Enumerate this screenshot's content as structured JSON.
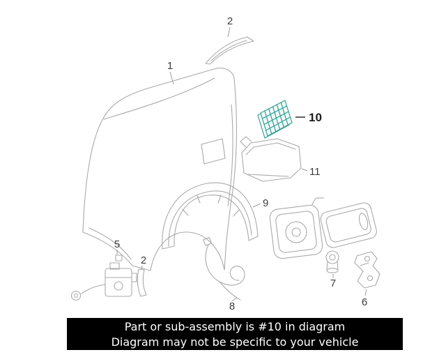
{
  "diagram": {
    "colors": {
      "highlight": "#2f9e96",
      "highlight_fill": "#f2fbf9",
      "drawing_line": "#a9a9a9",
      "label_text": "#3c3c3c",
      "footer_bg": "#000000",
      "footer_text": "#ffffff"
    },
    "callouts": [
      {
        "id": "callout-2-top",
        "label": "2"
      },
      {
        "id": "callout-1",
        "label": "1"
      },
      {
        "id": "callout-10",
        "label": "10",
        "highlighted": true
      },
      {
        "id": "callout-11",
        "label": "11"
      },
      {
        "id": "callout-9",
        "label": "9"
      },
      {
        "id": "callout-5",
        "label": "5"
      },
      {
        "id": "callout-2-mid",
        "label": "2"
      },
      {
        "id": "callout-8",
        "label": "8"
      },
      {
        "id": "callout-7",
        "label": "7"
      },
      {
        "id": "callout-6",
        "label": "6"
      }
    ]
  },
  "footer": {
    "line1": "Part or sub-assembly is #10 in diagram",
    "line2": "Diagram may not be specific to your vehicle"
  }
}
